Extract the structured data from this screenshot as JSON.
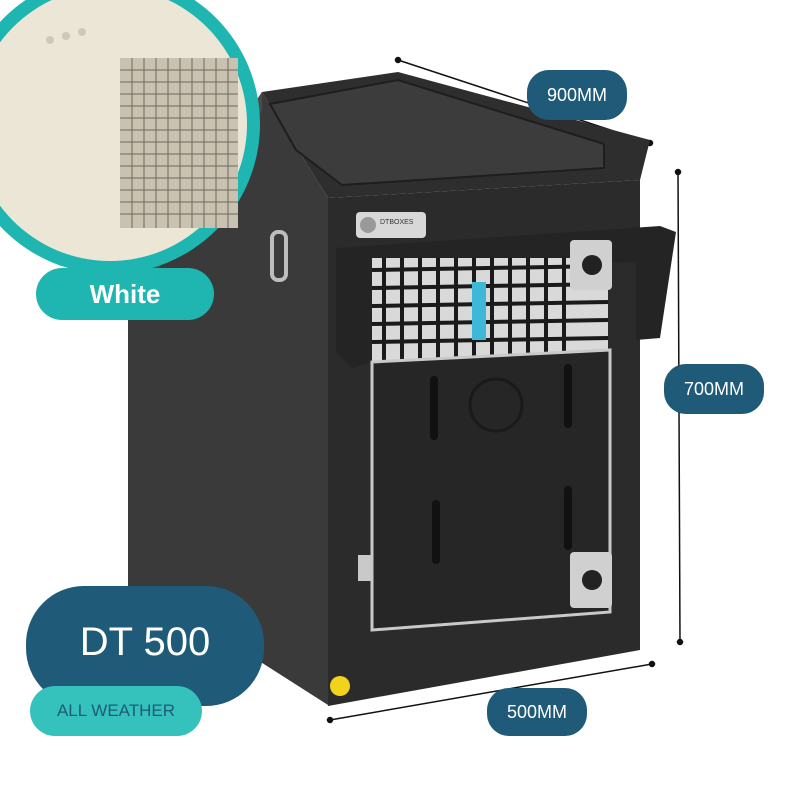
{
  "product": {
    "model": "DT 500",
    "variant": "ALL WEATHER",
    "color_option": "White"
  },
  "dimensions": {
    "width": "900MM",
    "height": "700MM",
    "depth": "500MM"
  },
  "branding": {
    "logo_text": "DTBOXES"
  },
  "colors": {
    "navy": "#1f5a78",
    "teal": "#1fb6b2",
    "light_teal": "#35c2bd",
    "box_black": "#2a2a2a"
  }
}
